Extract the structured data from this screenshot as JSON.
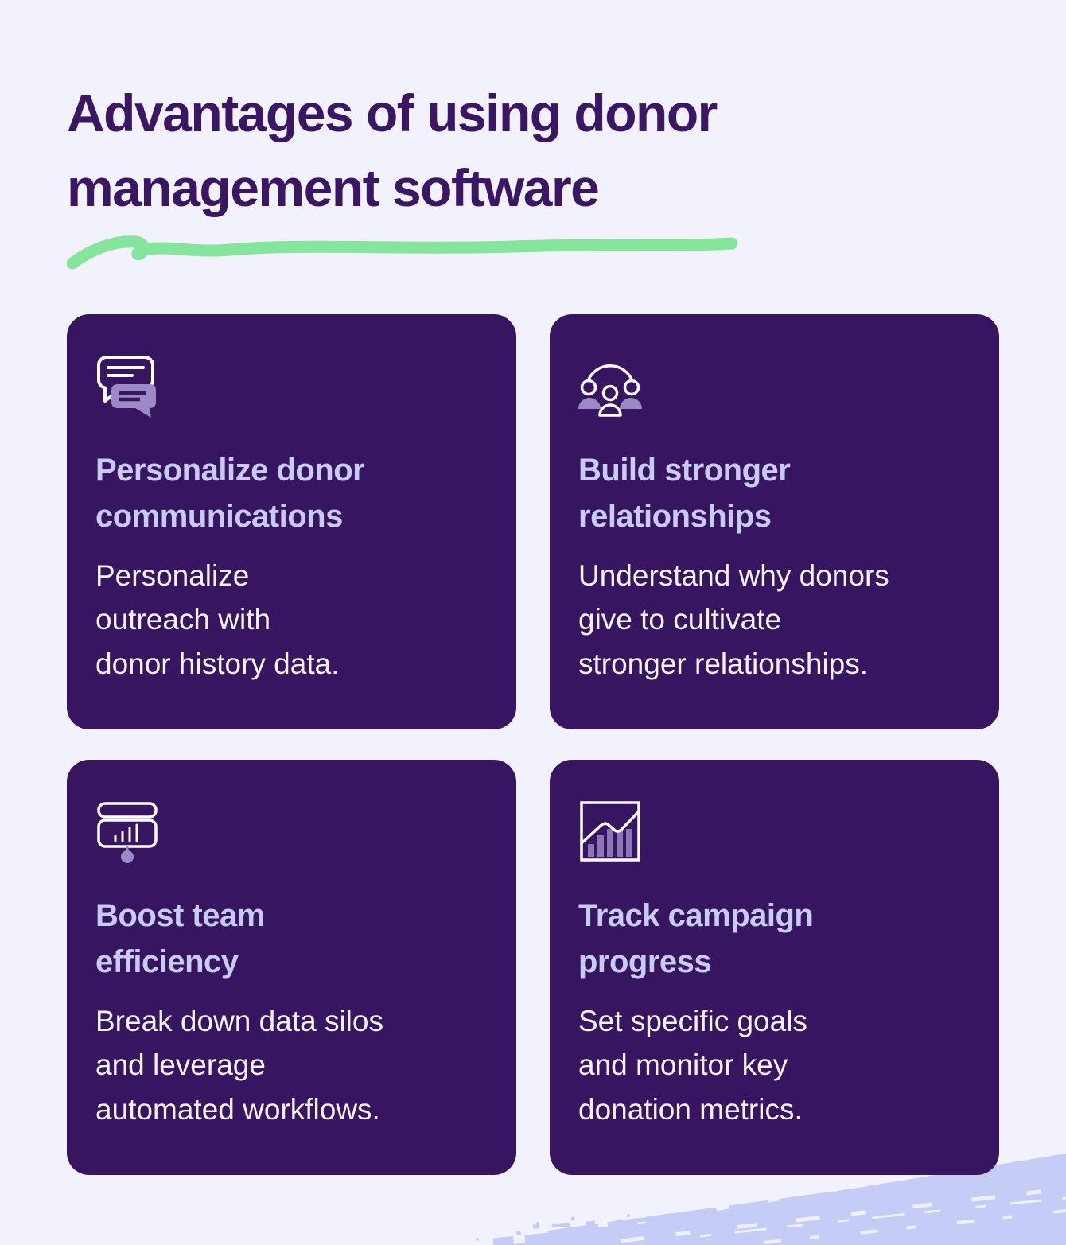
{
  "page": {
    "title_line1": "Advantages of using donor",
    "title_line2": "management software",
    "background_color": "#f1f2fc",
    "title_color": "#3a1664",
    "underline_color": "#85e59b",
    "card_background_color": "#371560",
    "card_title_color": "#c7ccf4",
    "card_body_color": "#f5f3fc",
    "icon_accent_color": "#9c8ac6",
    "texture_color": "#c5cdf7"
  },
  "cards": [
    {
      "icon": "chat-bubbles-icon",
      "title_lines": [
        "Personalize donor",
        "communications"
      ],
      "body_lines": [
        "Personalize",
        "outreach with",
        "donor history data."
      ]
    },
    {
      "icon": "people-group-icon",
      "title_lines": [
        "Build stronger",
        "relationships"
      ],
      "body_lines": [
        "Understand why donors",
        "give to cultivate",
        "stronger relationships."
      ]
    },
    {
      "icon": "presentation-board-icon",
      "title_lines": [
        "Boost team",
        "efficiency"
      ],
      "body_lines": [
        "Break down data silos",
        "and leverage",
        "automated workflows."
      ]
    },
    {
      "icon": "bar-chart-icon",
      "title_lines": [
        "Track campaign",
        "progress"
      ],
      "body_lines": [
        "Set specific goals",
        "and monitor key",
        "donation metrics."
      ]
    }
  ]
}
